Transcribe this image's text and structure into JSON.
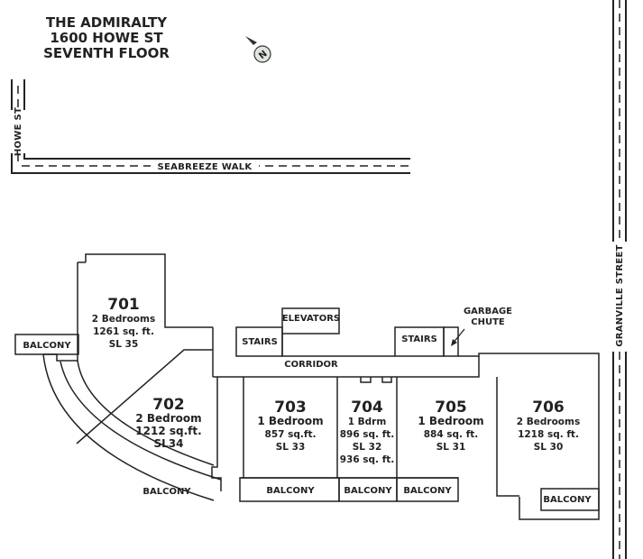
{
  "title": {
    "line1": "THE ADMIRALTY",
    "line2": "1600 HOWE ST",
    "line3": "SEVENTH FLOOR"
  },
  "compass": {
    "letter": "N",
    "icon": "north-arrow-icon"
  },
  "streets": {
    "howe": "HOWE ST",
    "seabreeze": "SEABREEZE WALK",
    "granville": "GRANVILLE STREET"
  },
  "common": {
    "elevators": "ELEVATORS",
    "stairs_left": "STAIRS",
    "stairs_right": "STAIRS",
    "corridor": "CORRIDOR",
    "garbage_line1": "GARBAGE",
    "garbage_line2": "CHUTE"
  },
  "units": [
    {
      "number": "701",
      "type": "2 Bedrooms",
      "area": "1261 sq. ft.",
      "strata_lot": "SL 35"
    },
    {
      "number": "702",
      "type": "2 Bedroom",
      "area": "1212 sq.ft.",
      "strata_lot": "SL34"
    },
    {
      "number": "703",
      "type": "1 Bedroom",
      "area": "857 sq.ft.",
      "strata_lot": "SL 33"
    },
    {
      "number": "704",
      "type": "1 Bdrm",
      "area": "896 sq. ft.",
      "strata_lot": "SL 32",
      "extra_area": "936 sq. ft."
    },
    {
      "number": "705",
      "type": "1 Bedroom",
      "area": "884 sq. ft.",
      "strata_lot": "SL 31"
    },
    {
      "number": "706",
      "type": "2 Bedrooms",
      "area": "1218 sq. ft.",
      "strata_lot": "SL 30"
    }
  ],
  "balconies": [
    {
      "label": "BALCONY"
    },
    {
      "label": "BALCONY"
    },
    {
      "label": "BALCONY"
    },
    {
      "label": "BALCONY"
    },
    {
      "label": "BALCONY"
    },
    {
      "label": "BALCONY"
    }
  ]
}
